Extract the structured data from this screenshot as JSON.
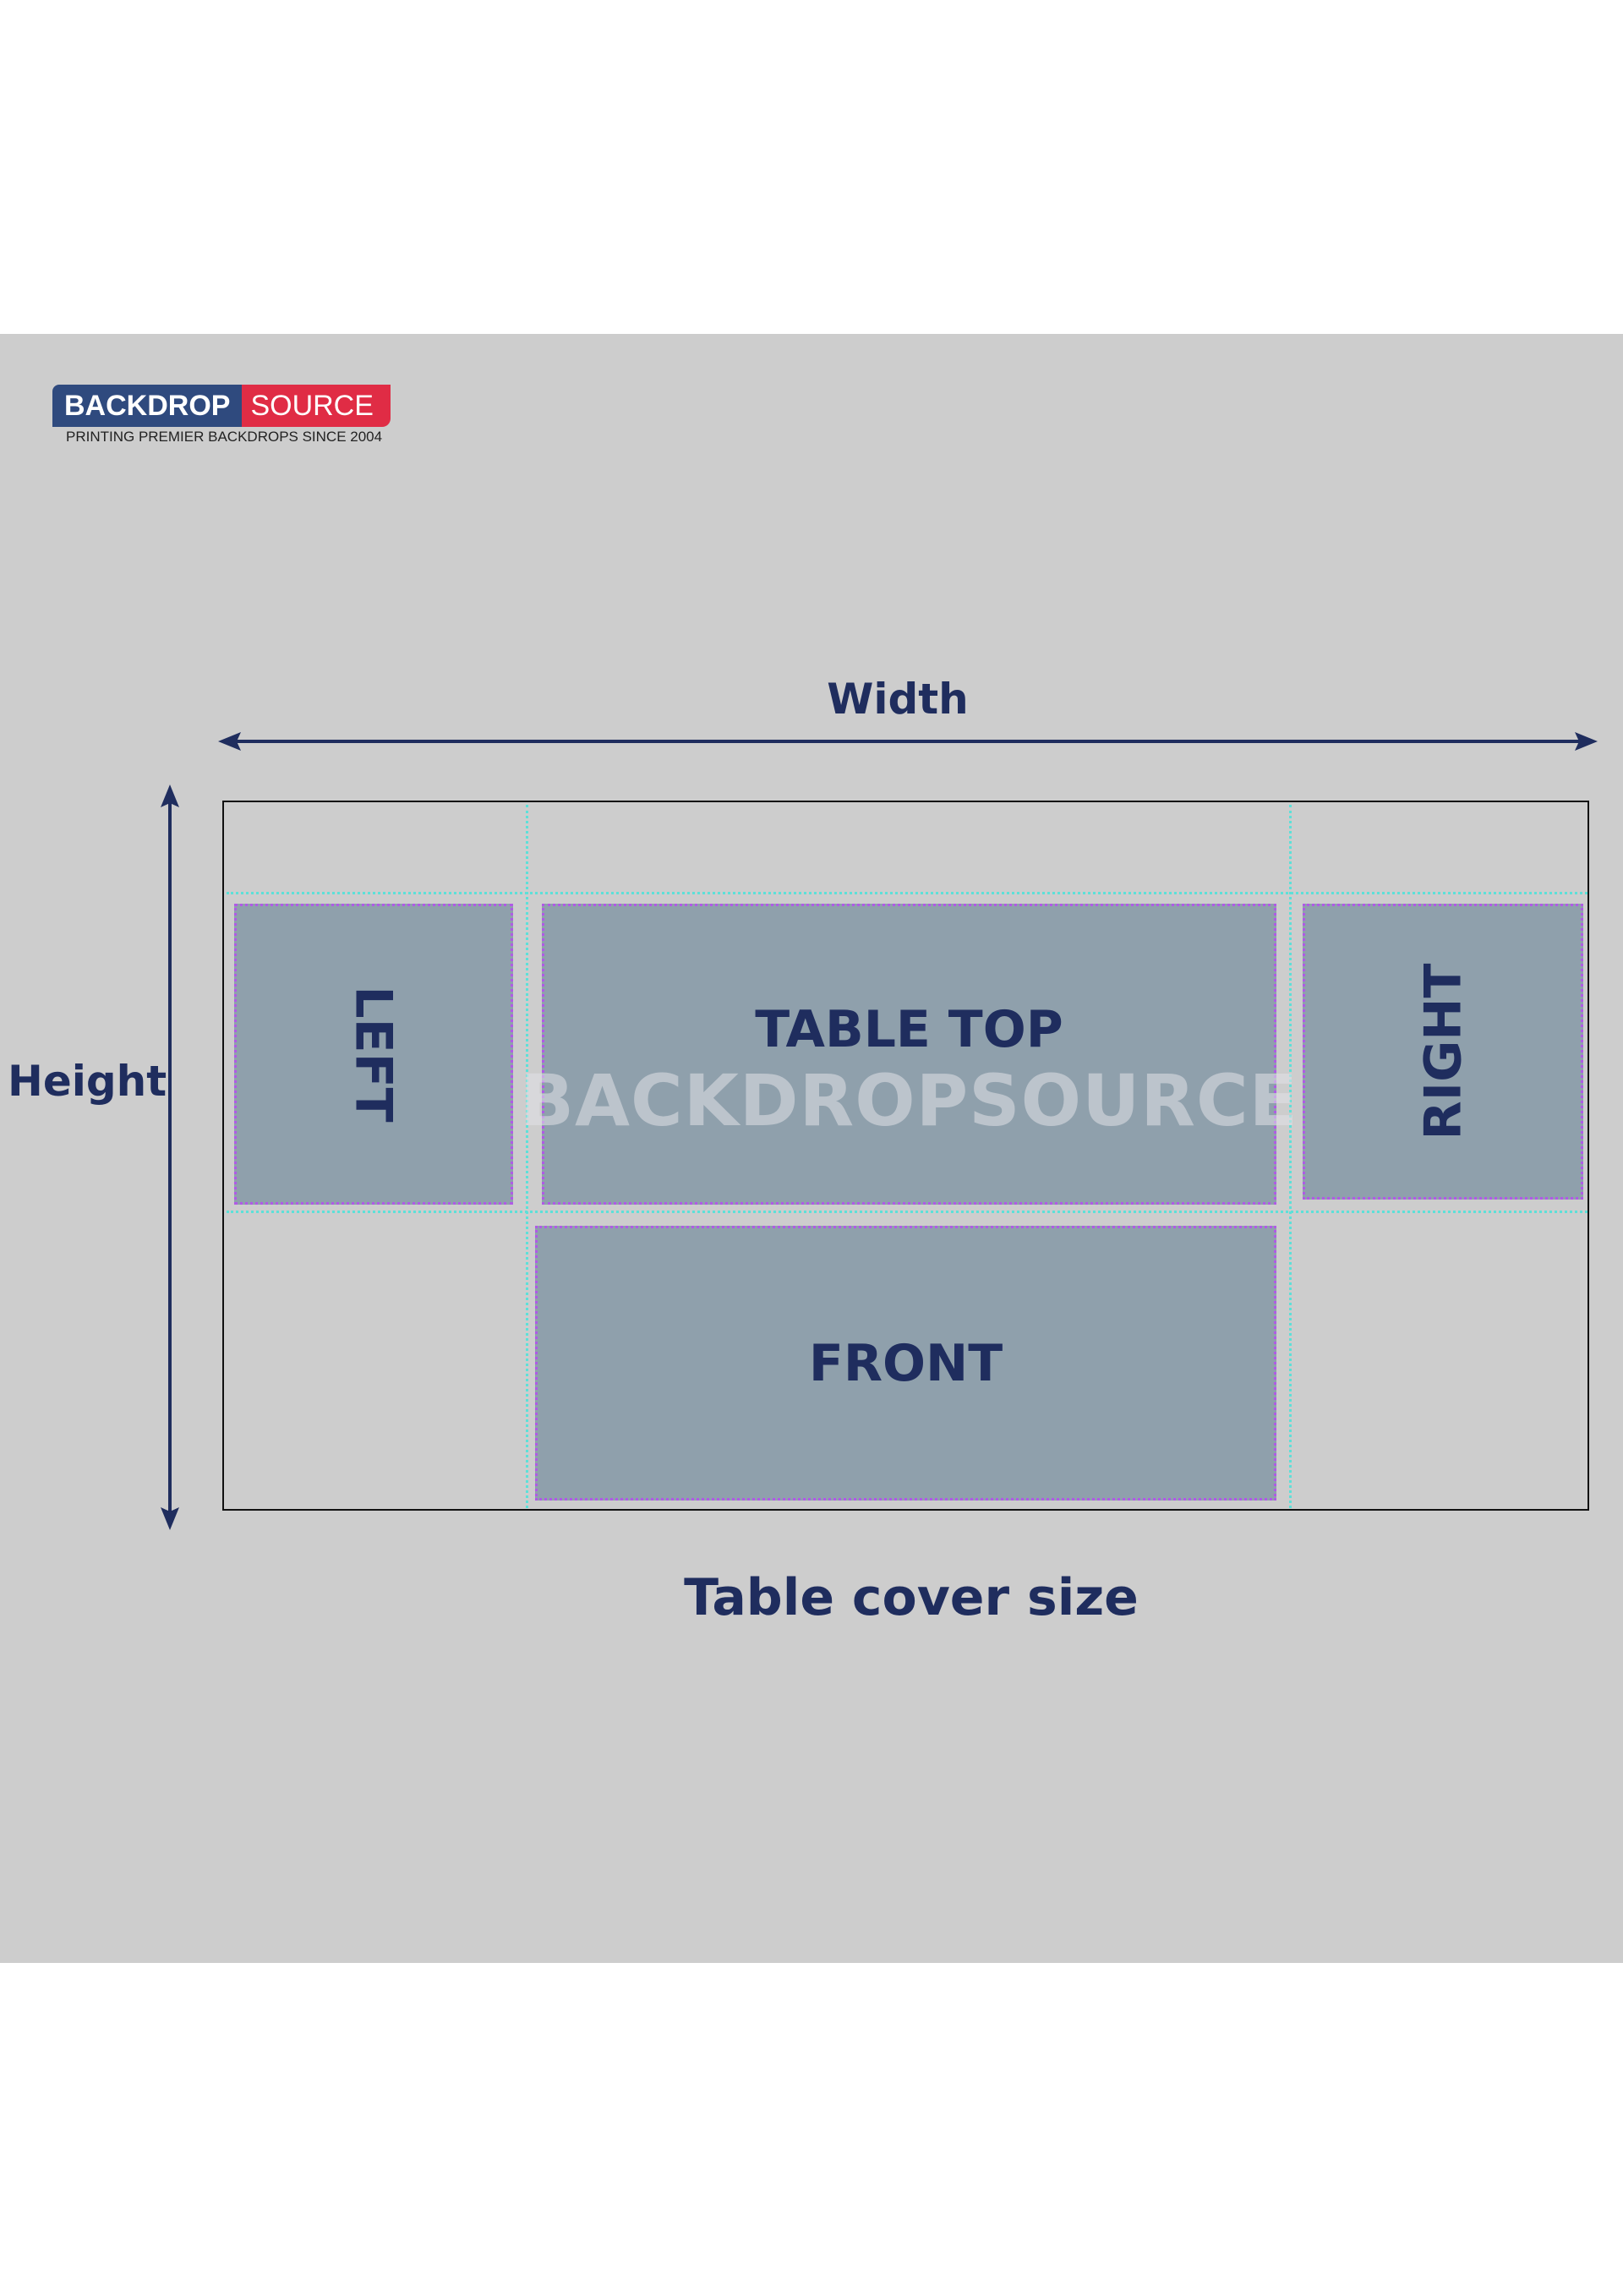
{
  "logo": {
    "part1": "BACKDROP",
    "part2": "SOURCE",
    "tagline": "PRINTING PREMIER BACKDROPS SINCE 2004"
  },
  "dimensions": {
    "width_label": "Width",
    "height_label": "Height"
  },
  "panels": {
    "left": "LEFT",
    "table_top": "TABLE TOP",
    "right": "RIGHT",
    "front": "FRONT"
  },
  "watermark": "BACKDROPSOURCE",
  "caption": "Table cover size",
  "colors": {
    "navy": "#1f2d5e",
    "panel": "#8fa0ac",
    "background": "#cdcdcd",
    "logo_blue": "#2f4a7e",
    "logo_red": "#e02c45",
    "guide_cyan": "#5de0d8",
    "panel_border": "#b05ae6"
  }
}
